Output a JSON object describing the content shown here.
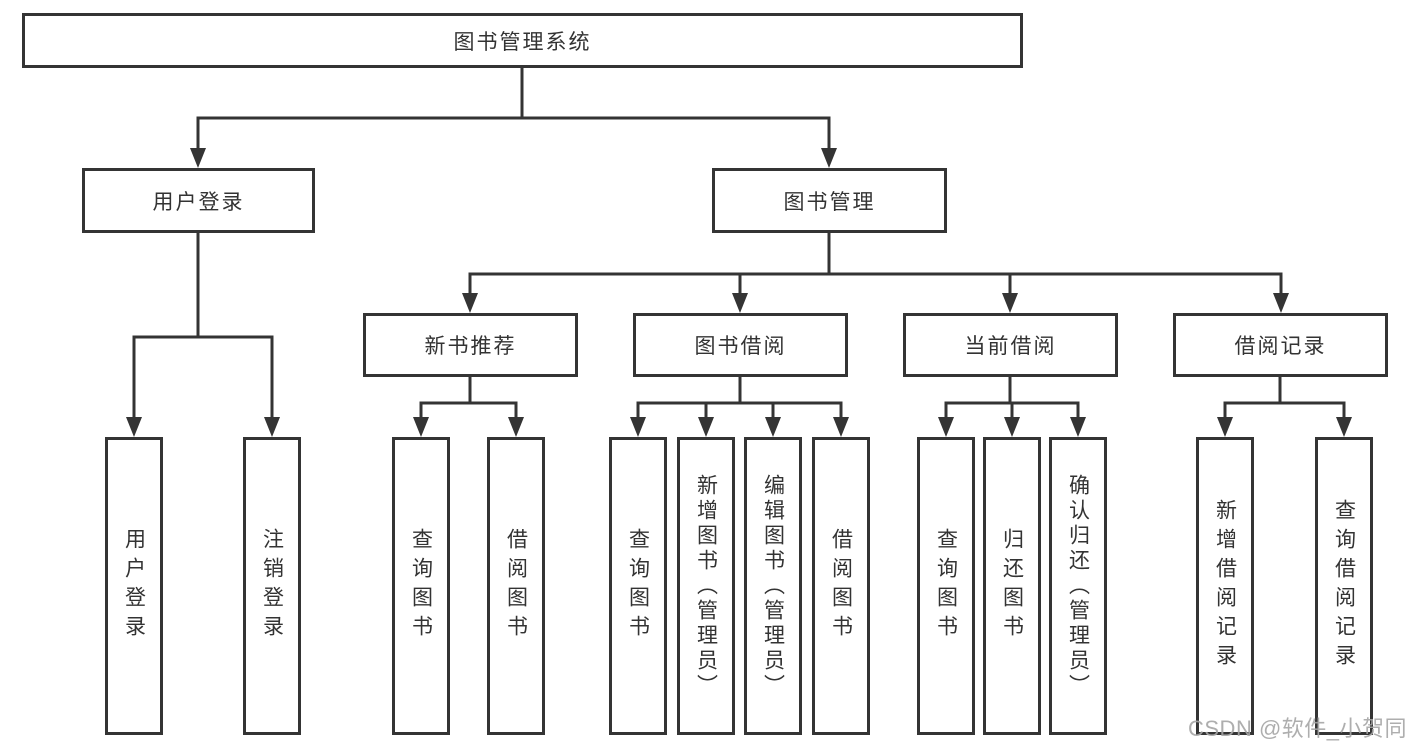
{
  "tree": {
    "label": "图书管理系统",
    "children": [
      {
        "label": "用户登录",
        "children": [
          {
            "label": "用户登录"
          },
          {
            "label": "注销登录"
          }
        ]
      },
      {
        "label": "图书管理",
        "children": [
          {
            "label": "新书推荐",
            "children": [
              {
                "label": "查询图书"
              },
              {
                "label": "借阅图书"
              }
            ]
          },
          {
            "label": "图书借阅",
            "children": [
              {
                "label": "查询图书"
              },
              {
                "label": "新增图书（管理员）"
              },
              {
                "label": "编辑图书（管理员）"
              },
              {
                "label": "借阅图书"
              }
            ]
          },
          {
            "label": "当前借阅",
            "children": [
              {
                "label": "查询图书"
              },
              {
                "label": "归还图书"
              },
              {
                "label": "确认归还（管理员）"
              }
            ]
          },
          {
            "label": "借阅记录",
            "children": [
              {
                "label": "新增借阅记录"
              },
              {
                "label": "查询借阅记录"
              }
            ]
          }
        ]
      }
    ]
  },
  "watermark": {
    "text": "CSDN @软件_小贺同学"
  },
  "colors": {
    "line": "#343434",
    "text": "#333333",
    "watermark": "#a5a5a5",
    "background": "#ffffff"
  }
}
